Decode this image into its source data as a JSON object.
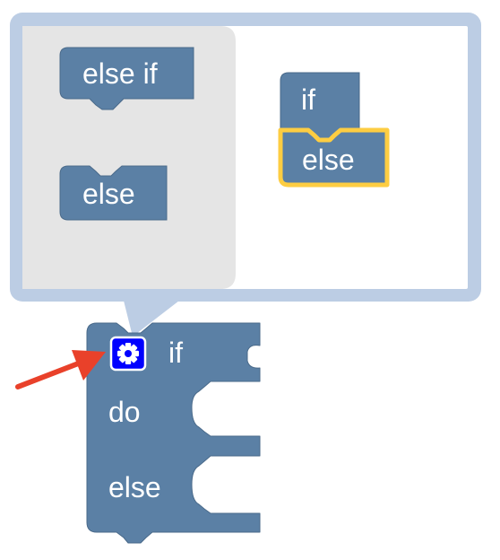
{
  "mutator_popup": {
    "flyout": {
      "else_if_block_label": "else if",
      "else_block_label": "else"
    },
    "workspace": {
      "if_block_label": "if",
      "else_block_label": "else"
    }
  },
  "main_block": {
    "if_label": "if",
    "do_label": "do",
    "else_label": "else"
  },
  "icons": {
    "mutator": "gear-icon",
    "pointer": "red-arrow"
  },
  "colors": {
    "block": "#5b80a5",
    "block_highlight": "#7b9cc0",
    "bubble_border": "#bccde4",
    "flyout": "#e5e5e5",
    "selection": "#fdcd42",
    "gear_bg": "#0000ff",
    "arrow": "#e9412a"
  }
}
